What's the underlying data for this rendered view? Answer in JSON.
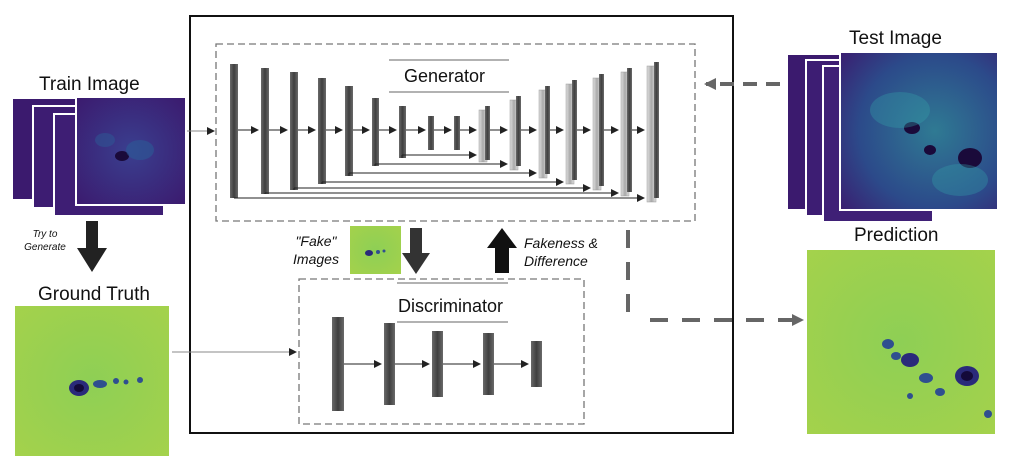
{
  "labels": {
    "train_image": "Train Image",
    "test_image": "Test Image",
    "prediction": "Prediction",
    "ground_truth": "Ground Truth",
    "generator": "Generator",
    "discriminator": "Discriminator",
    "try_line1": "Try to",
    "try_line2": "Generate",
    "fake_line1": "\"Fake\"",
    "fake_line2": "Images",
    "fakeness_line1": "Fakeness &",
    "fakeness_line2": "Difference"
  },
  "colors": {
    "dark_purple": "#3b1a6e",
    "mid_purple": "#4a2a8a",
    "teal": "#2e7f98",
    "green_yellow": "#a8d24a",
    "bar_dark": "#555555",
    "bar_light": "#c8c8c8",
    "arrow_gray": "#666666"
  },
  "icons": [
    "down-arrow-icon",
    "up-arrow-icon",
    "left-arrow-icon",
    "right-arrow-icon"
  ]
}
